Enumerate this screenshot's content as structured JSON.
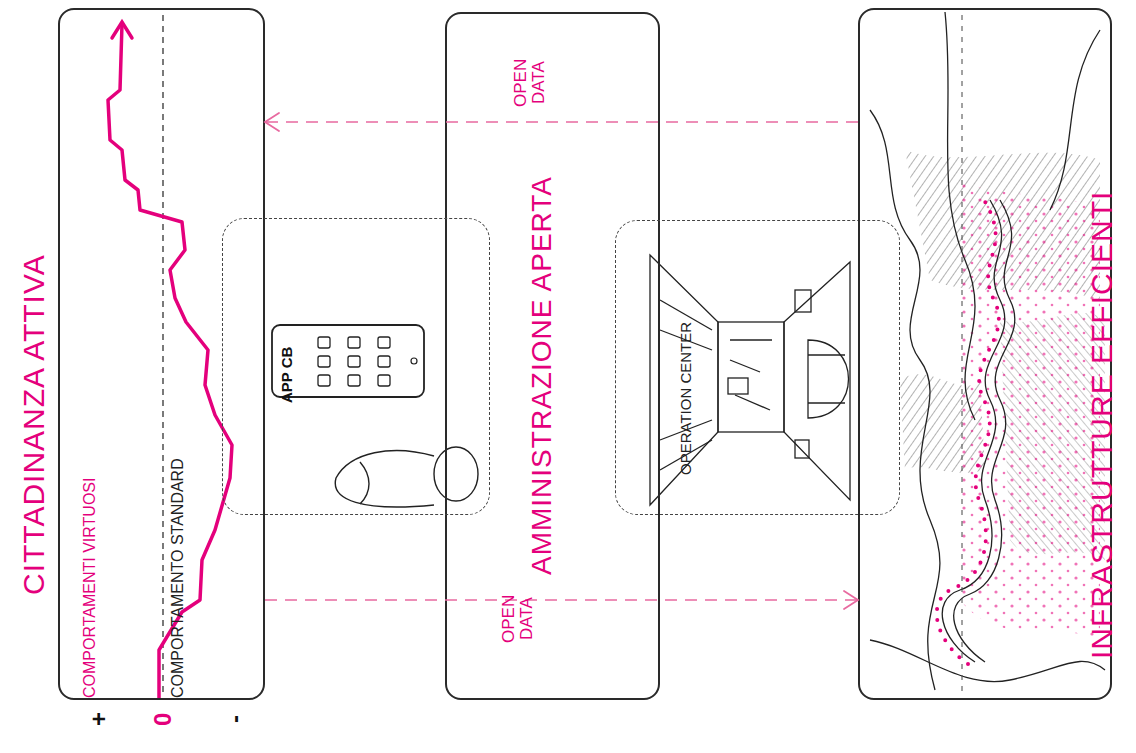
{
  "diagram": {
    "nodes": [
      {
        "text": [
          "CITTADINANZA ATTIVA",
          "COMPORTAMENTI VIRTUOSI",
          "COMPORTAMENTO STANDARD"
        ]
      },
      {
        "text": [
          "AMMINISTRAZIONE APERTA"
        ]
      },
      {
        "text": [
          "APP CB"
        ]
      },
      {
        "text": [
          "OPERATION CENTER"
        ]
      },
      {
        "text": [
          "INFRASTRUTTURE EFFICIENTI"
        ]
      }
    ],
    "edges": [
      {
        "from": 4,
        "to": 0,
        "arrow": "to",
        "label": "OPEN DATA"
      },
      {
        "from": 0,
        "to": 4,
        "arrow": "to",
        "label": "OPEN DATA"
      }
    ],
    "labels": [
      "+",
      "0",
      "-"
    ]
  }
}
